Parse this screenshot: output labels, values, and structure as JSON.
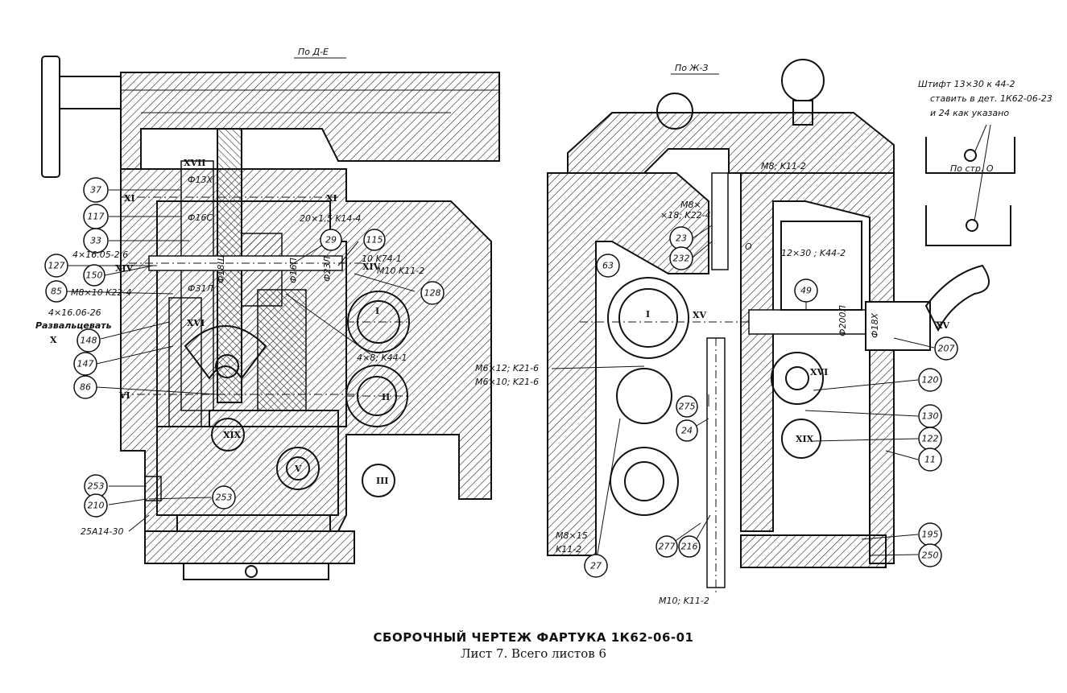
{
  "views": {
    "left_title": "По Д-Е",
    "right_title": "По Ж-З"
  },
  "left_callouts": [
    "37",
    "117",
    "33",
    "127",
    "150",
    "85",
    "148",
    "147",
    "86",
    "29",
    "115",
    "128",
    "253",
    "210",
    "253"
  ],
  "left_notes": {
    "note_4x16_05": "4×16.05-2.6",
    "note_m8x10": "M8×10 K22-4",
    "note_4x16_06": "4×16.06-26",
    "note_razvaltsevat": "Развальцевать",
    "note_x": "X",
    "note_20x1_5": "20×1,5 K14-4",
    "note_10k74": "10 K74-1",
    "note_m10k11": "M10 K11-2",
    "note_4x8": "4×8; K44-1",
    "note_25a14": "25A14-30",
    "phi13": "Ф13Х",
    "phi16": "Ф16С",
    "phi31": "Ф31Л",
    "phi18": "Ф18Ш",
    "phi16b": "Ф16П",
    "phi23": "Ф23Л"
  },
  "left_roman": [
    "XVII",
    "XI",
    "XI",
    "XIV",
    "XIV",
    "XVI",
    "VI",
    "XIX",
    "I",
    "II",
    "V",
    "III"
  ],
  "right_callouts": [
    "23",
    "232",
    "63",
    "49",
    "207",
    "120",
    "130",
    "122",
    "11",
    "195",
    "250",
    "275",
    "24",
    "27",
    "277",
    "216"
  ],
  "right_notes": {
    "note_m8k11": "M8; K11-2",
    "note_m8x18": "M8×",
    "note_x18": "×18; K22-4",
    "note_12x30": "12×30 ; K44-2",
    "note_m6x12": "M6×12; K21-6",
    "note_m6x10": "M6×10; K21-6",
    "note_m8x15": "M8×15",
    "note_k11": "K11-2",
    "note_m10bottom": "M10; K11-2",
    "note_o": "O",
    "note_phi200": "Ф200Л",
    "note_phi18x": "Ф18Х",
    "note_stift1": "Штифт 13×30 к 44-2",
    "note_stift2": "ставить в дет. 1К62-06-23",
    "note_stift3": "и 24 как указано",
    "note_postr": "По стр. O"
  },
  "right_roman": [
    "XV",
    "XV",
    "I",
    "XIX",
    "XVI"
  ],
  "caption": {
    "title": "СБОРОЧНЫЙ ЧЕРТЕЖ ФАРТУКА 1К62-06-01",
    "subtitle": "Лист 7. Всего листов 6"
  }
}
